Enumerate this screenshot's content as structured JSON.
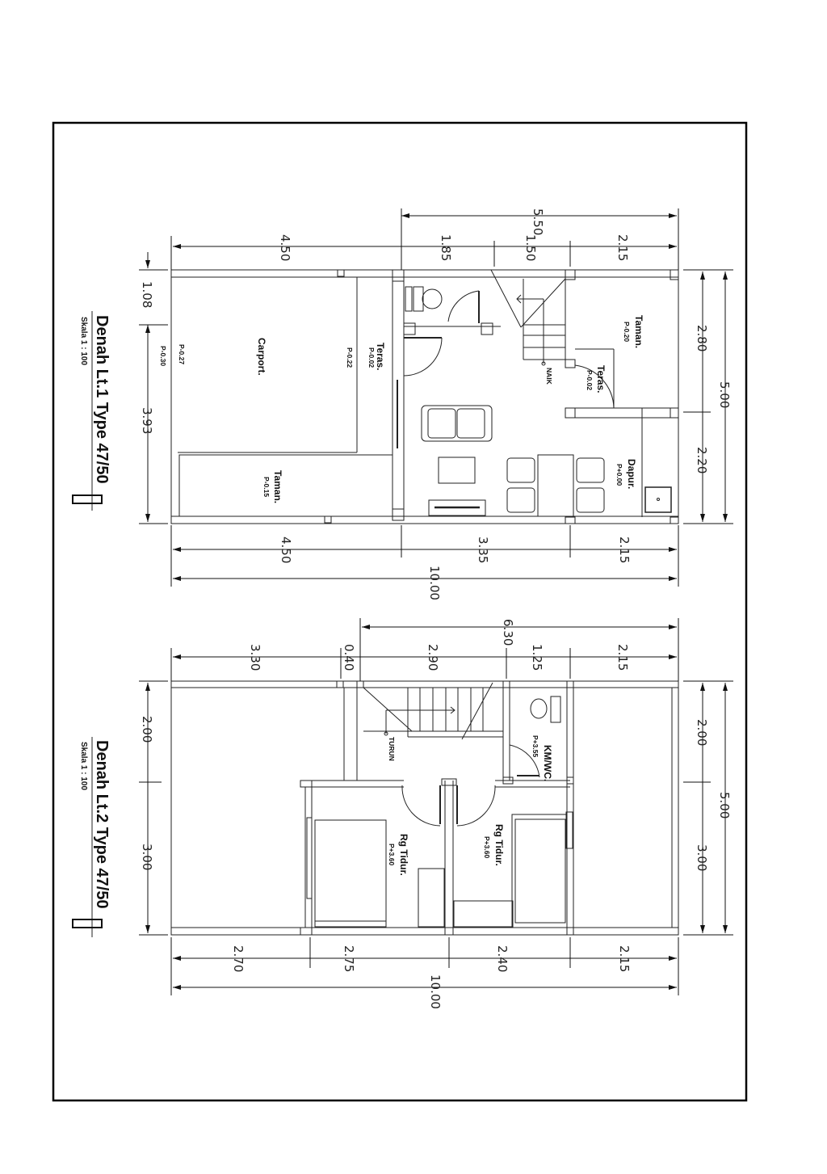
{
  "sheet": {
    "border_color": "#000000",
    "line_color": "#222222"
  },
  "plan1": {
    "title": "Denah Lt.1 Type 47/50",
    "scale": "Skala 1 : 100",
    "rooms": [
      {
        "name": "Carport.",
        "level": "P-0.22"
      },
      {
        "name": "Teras.",
        "level": "P-0.02"
      },
      {
        "name": "Taman.",
        "level": "P-0.15"
      },
      {
        "name": "Taman.",
        "level": "P-0.20"
      },
      {
        "name": "Teras.",
        "level": "P-0.02"
      },
      {
        "name": "Dapur.",
        "level": "P+0.00"
      }
    ],
    "extra_levels": [
      "P-0.27",
      "P-0.30"
    ],
    "stair_label": "NAIK",
    "dims_top": [
      "4.50",
      "1.85",
      "1.50",
      "2.15"
    ],
    "dim_top_overall": "5.50",
    "dims_bottom": [
      "4.50",
      "3.35",
      "2.15"
    ],
    "dim_bottom_overall": "10.00",
    "dims_right": [
      "2.80",
      "2.20"
    ],
    "dim_right_overall": "5.00",
    "dims_left": [
      "1.08",
      "3.93"
    ]
  },
  "plan2": {
    "title": "Denah Lt.2 Type 47/50",
    "scale": "Skala 1 : 100",
    "rooms": [
      {
        "name": "KM/WC.",
        "level": "P+3.55"
      },
      {
        "name": "Rg Tidur.",
        "level": "P+3.60"
      },
      {
        "name": "Rg Tidur.",
        "level": "P+3.60"
      }
    ],
    "stair_label": "TURUN",
    "dims_top": [
      "3.30",
      "0.40",
      "2.90",
      "1.25",
      "2.15"
    ],
    "dim_top_overall": "6.30",
    "dims_bottom": [
      "2.70",
      "2.75",
      "2.40",
      "2.15"
    ],
    "dim_bottom_overall": "10.00",
    "dims_right": [
      "2.00",
      "3.00"
    ],
    "dim_right_overall": "5.00",
    "dims_left": [
      "2.00",
      "3.00"
    ]
  }
}
